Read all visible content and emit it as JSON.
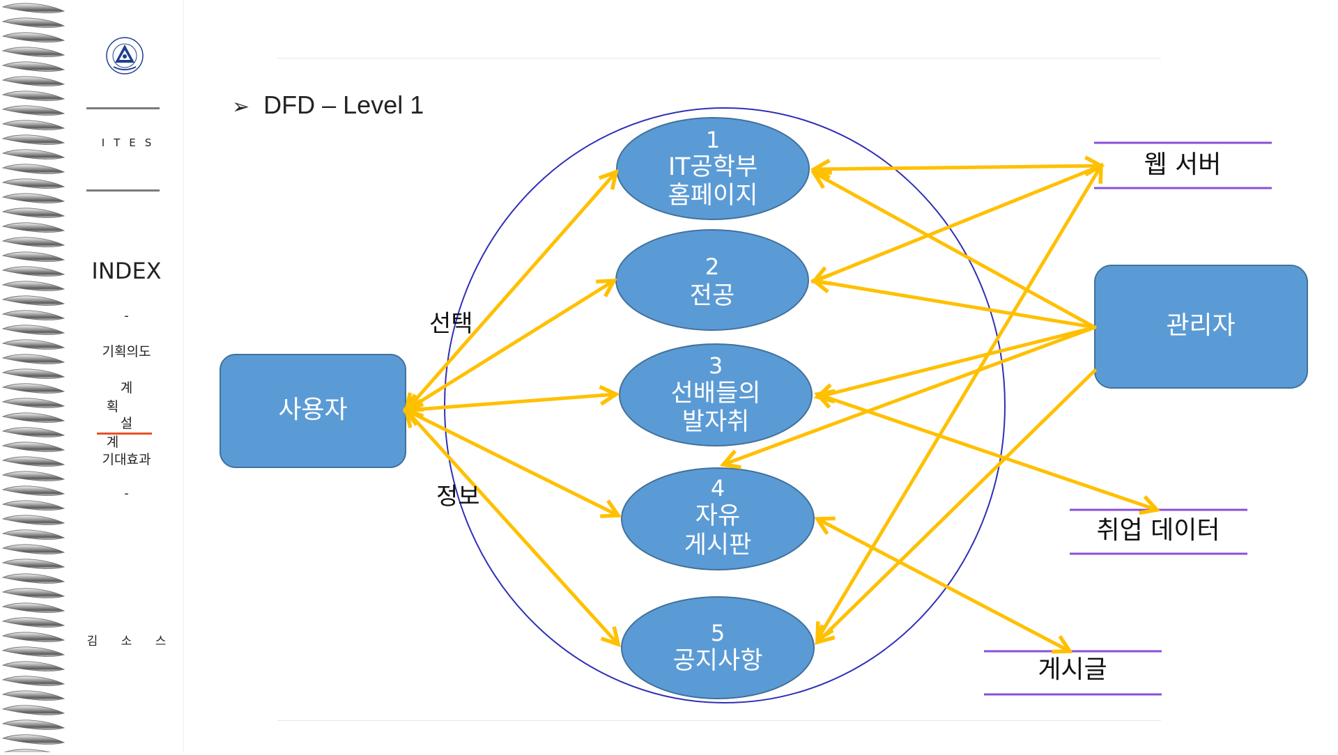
{
  "sidebar": {
    "brand": "ITES",
    "index_title": "INDEX",
    "dash_top": "-",
    "menu": [
      {
        "label": "기획의도",
        "active": false
      },
      {
        "label": "계 획",
        "active": false
      },
      {
        "label": "설 계",
        "active": true
      },
      {
        "label": "기대효과",
        "active": false
      }
    ],
    "dash_bottom": "-",
    "author": "김 소 스"
  },
  "heading": {
    "bullet": "➢",
    "title": "DFD – Level 1"
  },
  "diagram": {
    "colors": {
      "process_fill": "#5b9bd5",
      "process_stroke": "#41719c",
      "arrow": "#ffc000",
      "boundary": "#2e2eb8",
      "store_line": "#8a4fd8"
    },
    "entities": {
      "user": "사용자",
      "admin": "관리자"
    },
    "processes": [
      {
        "number": "1",
        "lines": [
          "IT공학부",
          "홈페이지"
        ]
      },
      {
        "number": "2",
        "lines": [
          "전공"
        ]
      },
      {
        "number": "3",
        "lines": [
          "선배들의",
          "발자취"
        ]
      },
      {
        "number": "4",
        "lines": [
          "자유",
          "게시판"
        ]
      },
      {
        "number": "5",
        "lines": [
          "공지사항"
        ]
      }
    ],
    "stores": {
      "web_server": "웹 서버",
      "job_data": "취업 데이터",
      "posts": "게시글"
    },
    "labels": {
      "select": "선택",
      "info": "정보"
    }
  }
}
